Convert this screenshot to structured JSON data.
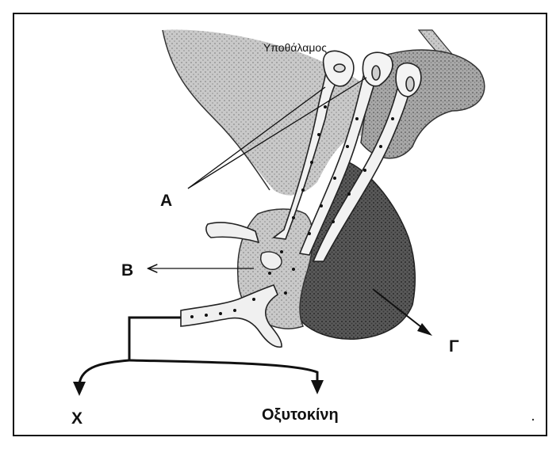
{
  "diagram": {
    "labels": {
      "hypothalamus": "Υποθάλαμος",
      "a": "Α",
      "b": "Β",
      "g": "Γ",
      "x": "Χ",
      "oxytocin": "Οξυτοκίνη"
    }
  }
}
